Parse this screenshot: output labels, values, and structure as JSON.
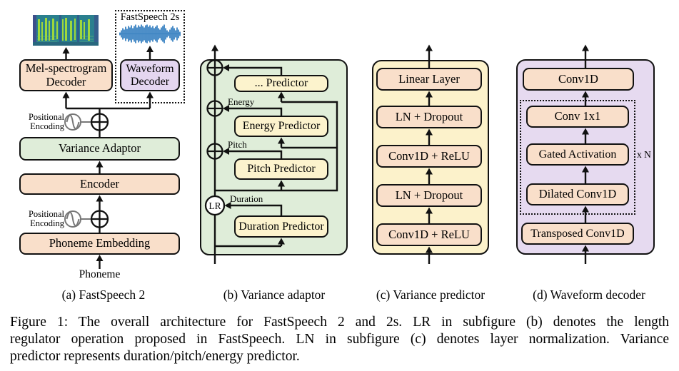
{
  "figure": {
    "caption_lines": [
      "Figure 1: The overall architecture for FastSpeech 2 and 2s. LR in subfigure (b) denotes the length",
      "regulator operation proposed in FastSpeech. LN in subfigure (c) denotes layer normalization. Variance",
      "predictor represents duration/pitch/energy predictor."
    ],
    "subcaptions": {
      "a": "(a) FastSpeech 2",
      "b": "(b) Variance adaptor",
      "c": "(c) Variance predictor",
      "d": "(d) Waveform decoder"
    }
  },
  "panel_a": {
    "fastspeech2s_label": "FastSpeech 2s",
    "mel_decoder": "Mel-spectrogram Decoder",
    "waveform_decoder": "Waveform Decoder",
    "variance_adaptor": "Variance Adaptor",
    "encoder": "Encoder",
    "phoneme_embedding": "Phoneme Embedding",
    "positional_encoding_1": "Positional Encoding",
    "positional_encoding_2": "Positional Encoding",
    "input_label": "Phoneme"
  },
  "panel_b": {
    "predictor_dots": "... Predictor",
    "predictor_energy": "Energy Predictor",
    "predictor_pitch": "Pitch Predictor",
    "predictor_duration": "Duration Predictor",
    "label_energy": "Energy",
    "label_pitch": "Pitch",
    "label_duration": "Duration",
    "lr_node": "LR"
  },
  "panel_c": {
    "layers": [
      "Linear Layer",
      "LN + Dropout",
      "Conv1D + ReLU",
      "LN + Dropout",
      "Conv1D + ReLU"
    ]
  },
  "panel_d": {
    "conv1d": "Conv1D",
    "conv_1x1": "Conv 1x1",
    "gated_activation": "Gated Activation",
    "dilated_conv1d": "Dilated Conv1D",
    "transposed_conv1d": "Transposed Conv1D",
    "repeat_label": "x N"
  },
  "colors": {
    "peach": "#F9DFCA",
    "green": "#DFEDD9",
    "cream": "#FCF3CD",
    "yellow_panel": "#FCF2CB",
    "purple": "#E6DAF0",
    "purple_box": "#E4D6F0",
    "waveform_blue": "#2E7BBE",
    "line": "#111111"
  }
}
